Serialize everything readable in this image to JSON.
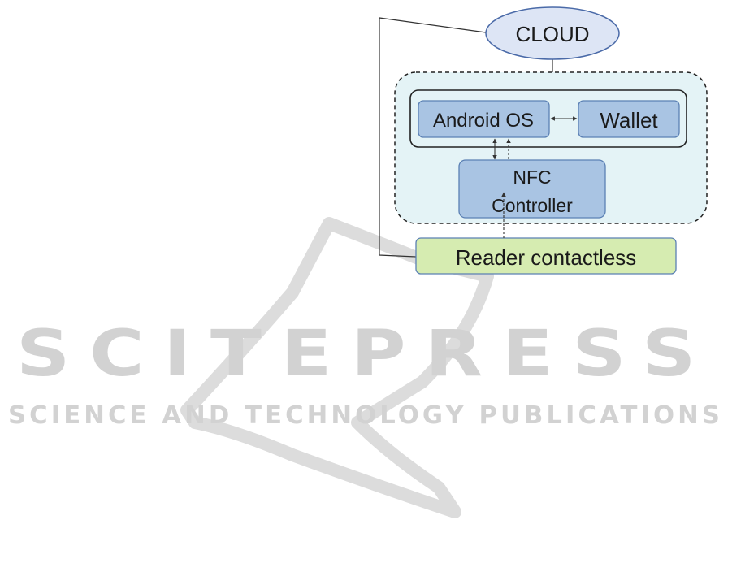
{
  "diagram": {
    "nodes": {
      "cloud": {
        "label": "CLOUD"
      },
      "android_os": {
        "label": "Android OS"
      },
      "wallet": {
        "label": "Wallet"
      },
      "nfc_controller": {
        "label_line1": "NFC",
        "label_line2": "Controller"
      },
      "reader": {
        "label": "Reader contactless"
      }
    },
    "colors": {
      "cloud_fill": "#dde5f5",
      "cloud_stroke": "#4a6aa8",
      "device_fill": "#e4f3f6",
      "box_fill": "#a9c4e3",
      "box_stroke": "#5b80b4",
      "reader_fill": "#d6ecb1",
      "reader_stroke": "#5b80b4",
      "line": "#333333"
    }
  },
  "watermark": {
    "brand": "SCITEPRESS",
    "tagline": "SCIENCE AND TECHNOLOGY PUBLICATIONS",
    "color": "#d2d2d2"
  }
}
